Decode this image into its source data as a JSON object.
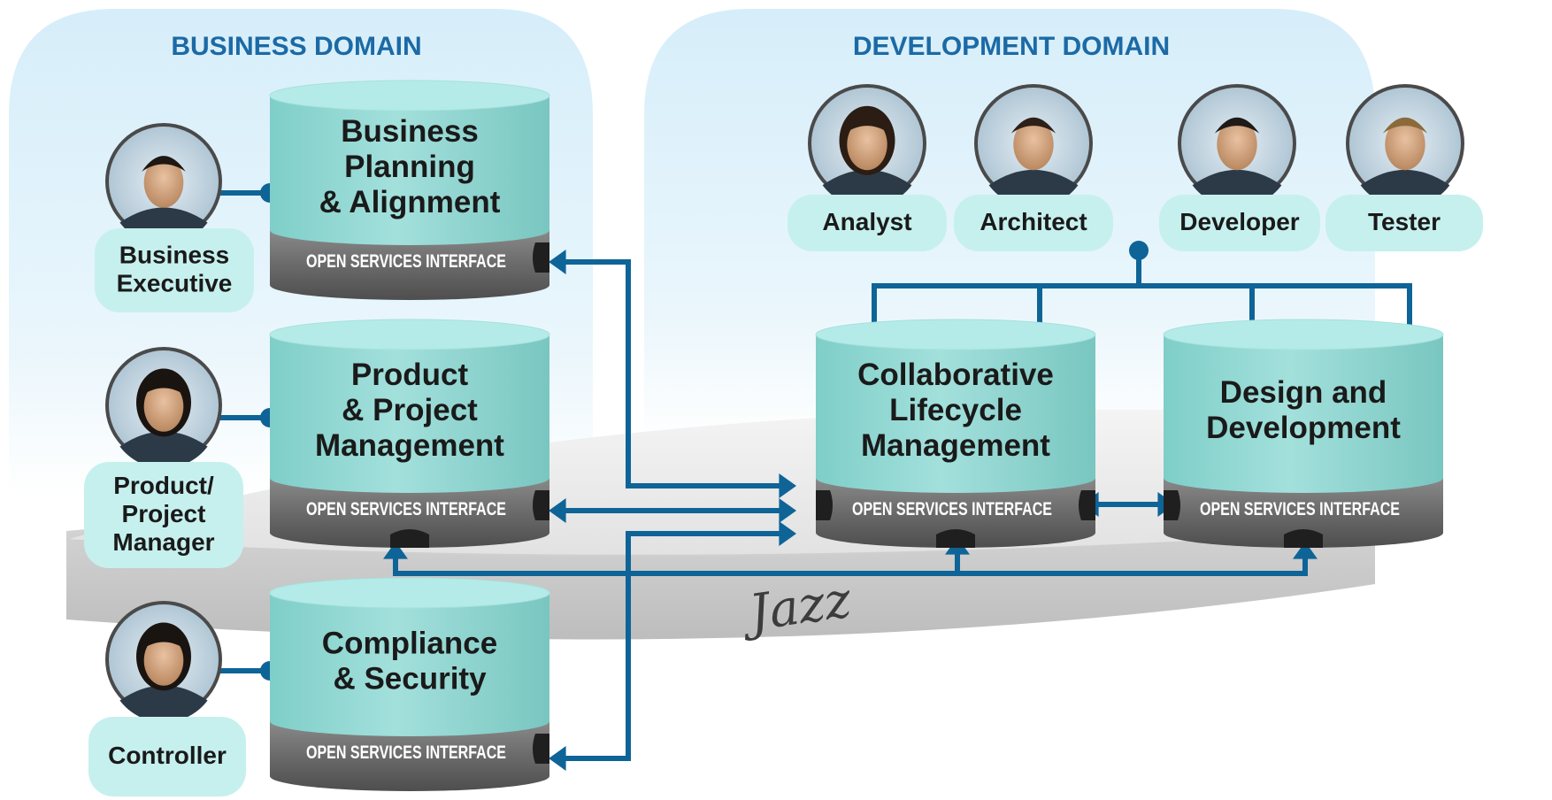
{
  "domains": {
    "business": "BUSINESS DOMAIN",
    "development": "DEVELOPMENT DOMAIN"
  },
  "databases": {
    "business_planning": [
      "Business",
      "Planning",
      "& Alignment"
    ],
    "product_project": [
      "Product",
      "& Project",
      "Management"
    ],
    "compliance": [
      "Compliance",
      "& Security"
    ],
    "collaborative": [
      "Collaborative",
      "Lifecycle",
      "Management"
    ],
    "design": [
      "Design and",
      "Development"
    ]
  },
  "interface_label": "OPEN  SERVICES INTERFACE",
  "roles": {
    "business_executive": [
      "Business",
      "Executive"
    ],
    "product_manager": [
      "Product/",
      "Project",
      "Manager"
    ],
    "controller": [
      "Controller"
    ],
    "analyst": [
      "Analyst"
    ],
    "architect": [
      "Architect"
    ],
    "developer": [
      "Developer"
    ],
    "tester": [
      "Tester"
    ]
  },
  "logo": "Jazz",
  "colors": {
    "domain_text": "#1b6aa5",
    "connector": "#0e6497",
    "db_top": "#b4ebe8",
    "db_body": "#8fd6d0",
    "db_band": "#6d6d6d",
    "role_pill": "#c6f0ee",
    "domain_bg": "#dcf2fb"
  }
}
